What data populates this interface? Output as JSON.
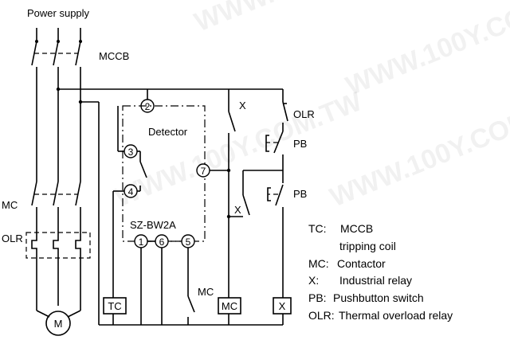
{
  "title": "Power supply",
  "labels": {
    "mccb": "MCCB",
    "x_top": "X",
    "olr_top": "OLR",
    "detector": "Detector",
    "pb_upper": "PB",
    "pb_lower": "PB",
    "x_mid": "X",
    "mc_left": "MC",
    "olr_left": "OLR",
    "model": "SZ-BW2A",
    "mc_contact": "MC",
    "motor": "M"
  },
  "terminals": [
    "2",
    "3",
    "4",
    "7",
    "1",
    "6",
    "5"
  ],
  "boxes": [
    "TC",
    "MC",
    "X"
  ],
  "legend": [
    {
      "key": "TC:",
      "desc": "MCCB"
    },
    {
      "key": "",
      "desc": "tripping coil"
    },
    {
      "key": "MC:",
      "desc": "Contactor"
    },
    {
      "key": "X:",
      "desc": "Industrial relay"
    },
    {
      "key": "PB:",
      "desc": "Pushbutton switch"
    },
    {
      "key": "OLR:",
      "desc": "Thermal overload relay"
    }
  ],
  "watermark": "WWW.100Y.COM.TW"
}
